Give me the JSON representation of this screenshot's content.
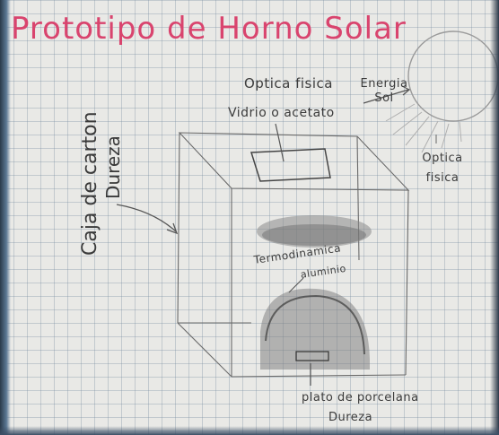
{
  "title": "Prototipo de Horno Solar",
  "labels": {
    "optica_fisica_top": "Optica fisica",
    "energia_sol": "Energia Sol",
    "vidrio": "Vidrio o acetato",
    "caja_carton": "Caja de carton",
    "dureza_left": "Dureza",
    "optica_fisica_right": "Optica fisica",
    "termodinamica": "Termodinamica",
    "aluminio": "aluminio",
    "plato": "plato de porcelana",
    "dureza_bottom": "Dureza"
  },
  "colors": {
    "title": "#d9446e",
    "pencil": "#3c3c3c",
    "paper": "#e9e9e6"
  }
}
